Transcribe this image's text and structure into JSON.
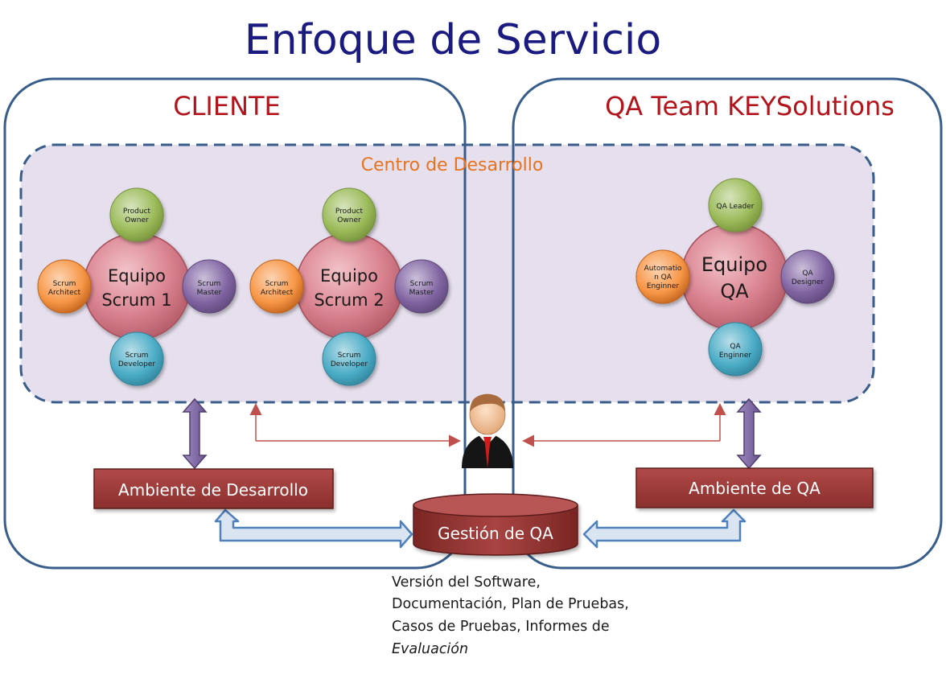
{
  "title": "Enfoque de Servicio",
  "client": {
    "label": "CLIENTE"
  },
  "qa_team": {
    "label": "QA Team KEYSolutions"
  },
  "dev_center": {
    "label": "Centro de Desarrollo"
  },
  "scrum1": {
    "center": [
      "Equipo",
      "Scrum 1"
    ],
    "top": [
      "Product",
      "Owner"
    ],
    "left": [
      "Scrum",
      "Architect"
    ],
    "right": [
      "Scrum",
      "Master"
    ],
    "bottom": [
      "Scrum",
      "Developer"
    ]
  },
  "scrum2": {
    "center": [
      "Equipo",
      "Scrum 2"
    ],
    "top": [
      "Product",
      "Owner"
    ],
    "left": [
      "Scrum",
      "Architect"
    ],
    "right": [
      "Scrum",
      "Master"
    ],
    "bottom": [
      "Scrum",
      "Developer"
    ]
  },
  "qa_equipo": {
    "center": [
      "Equipo",
      "QA"
    ],
    "top": [
      "QA Leader"
    ],
    "left": [
      "Automatio",
      "n QA",
      "Enginner"
    ],
    "right": [
      "QA",
      "Designer"
    ],
    "bottom": [
      "QA",
      "Enginner"
    ]
  },
  "dev_env": {
    "label": "Ambiente de Desarrollo"
  },
  "qa_env": {
    "label": "Ambiente de QA"
  },
  "qa_mgmt": {
    "label": "Gestión de QA"
  },
  "deliverables": {
    "lines": [
      "Versión del Software,",
      "Documentación, Plan de Pruebas,",
      "Casos de Pruebas, Informes de"
    ],
    "last": "Evaluación"
  },
  "colors": {
    "title": "#1a1a80",
    "group_label": "#b3131b",
    "dev_center_label": "#e8731e",
    "center_circle": "#d9828f",
    "top_node": "#9bbb59",
    "left_node": "#f79646",
    "right_node": "#8064a2",
    "bottom_node": "#4bacc6",
    "box_fill": "#953735",
    "border_blue": "#385d8a"
  }
}
